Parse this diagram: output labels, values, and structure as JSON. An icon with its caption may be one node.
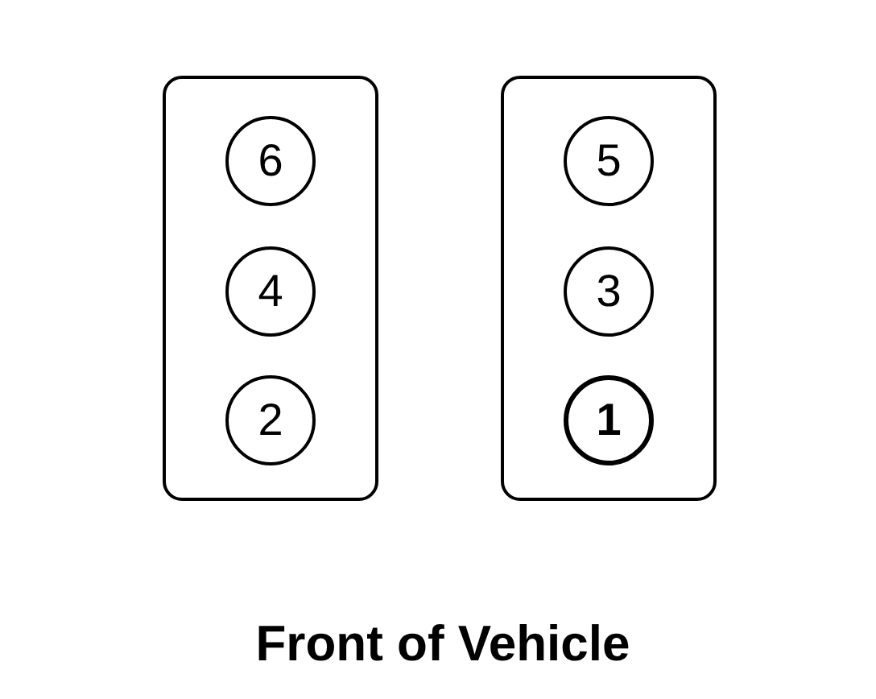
{
  "diagram": {
    "caption": "Front of Vehicle",
    "nodes": [
      {
        "text": [],
        "shape": "box"
      },
      {
        "text": [
          "6"
        ],
        "in": 0
      },
      {
        "text": [
          "4"
        ],
        "in": 0
      },
      {
        "text": [
          "2"
        ],
        "in": 0
      },
      {
        "text": [],
        "shape": "box"
      },
      {
        "text": [
          "5"
        ],
        "in": 4
      },
      {
        "text": [
          "3"
        ],
        "in": 4
      },
      {
        "text": [
          "1"
        ],
        "in": 4
      }
    ]
  }
}
